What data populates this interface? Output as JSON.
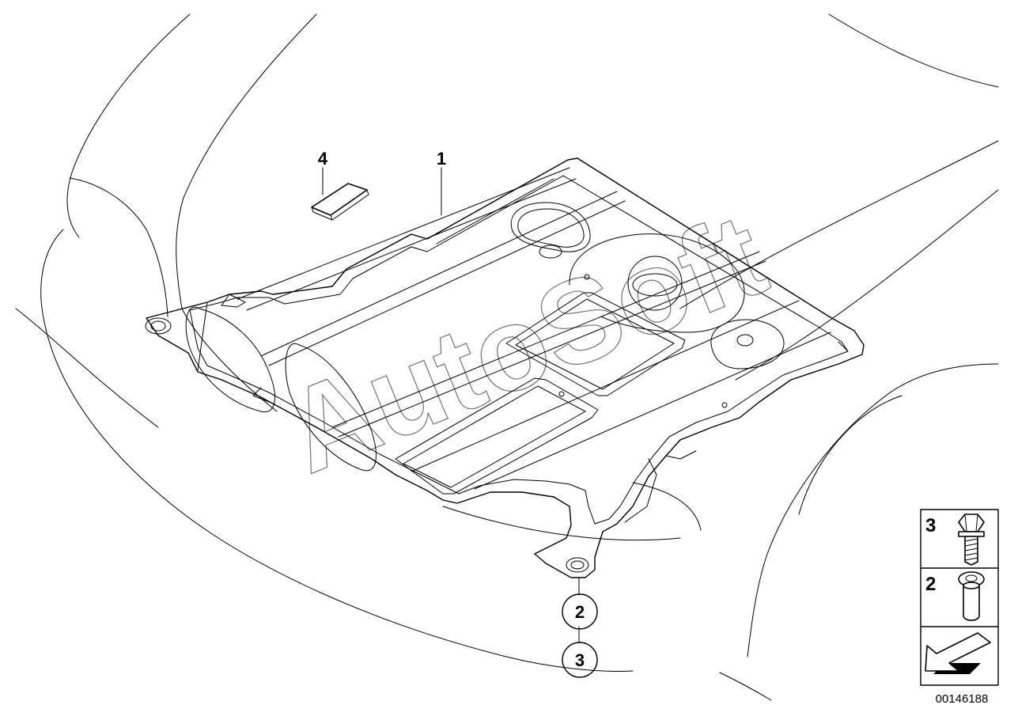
{
  "callouts": {
    "part_1": "1",
    "part_4": "4",
    "bubble_2": "2",
    "bubble_3": "3"
  },
  "watermark": "AutoSoft",
  "legend": {
    "items": [
      {
        "number": "3",
        "icon": "hex-bolt-icon"
      },
      {
        "number": "2",
        "icon": "sleeve-bushing-icon"
      }
    ],
    "nav_icon": "arrow-left-down-icon"
  },
  "document_number": "00146188"
}
